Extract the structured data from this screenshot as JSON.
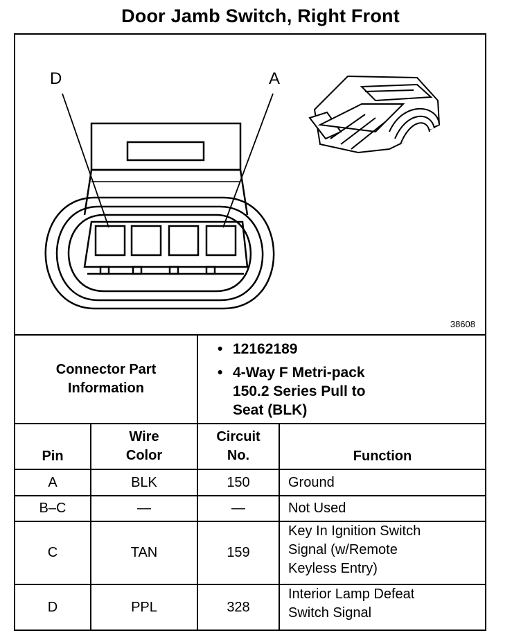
{
  "title": "Door Jamb Switch, Right Front",
  "figure": {
    "label_left": "D",
    "label_right": "A",
    "figure_number": "38608"
  },
  "connector_info": {
    "label_line1": "Connector Part",
    "label_line2": "Information",
    "items": [
      {
        "lines": [
          "12162189"
        ]
      },
      {
        "lines": [
          "4-Way F Metri-pack",
          "150.2 Series Pull to",
          "Seat (BLK)"
        ]
      }
    ]
  },
  "table": {
    "headers": {
      "pin": "Pin",
      "wire_line1": "Wire",
      "wire_line2": "Color",
      "circuit_line1": "Circuit",
      "circuit_line2": "No.",
      "function": "Function"
    },
    "rows": [
      {
        "pin": "A",
        "wire": "BLK",
        "circuit": "150",
        "function": [
          "Ground"
        ]
      },
      {
        "pin": "B–C",
        "wire": "—",
        "circuit": "—",
        "function": [
          "Not Used"
        ]
      },
      {
        "pin": "C",
        "wire": "TAN",
        "circuit": "159",
        "function": [
          "Key In Ignition Switch",
          "Signal (w/Remote",
          "Keyless Entry)"
        ]
      },
      {
        "pin": "D",
        "wire": "PPL",
        "circuit": "328",
        "function": [
          "Interior Lamp Defeat",
          "Switch Signal"
        ]
      }
    ]
  }
}
